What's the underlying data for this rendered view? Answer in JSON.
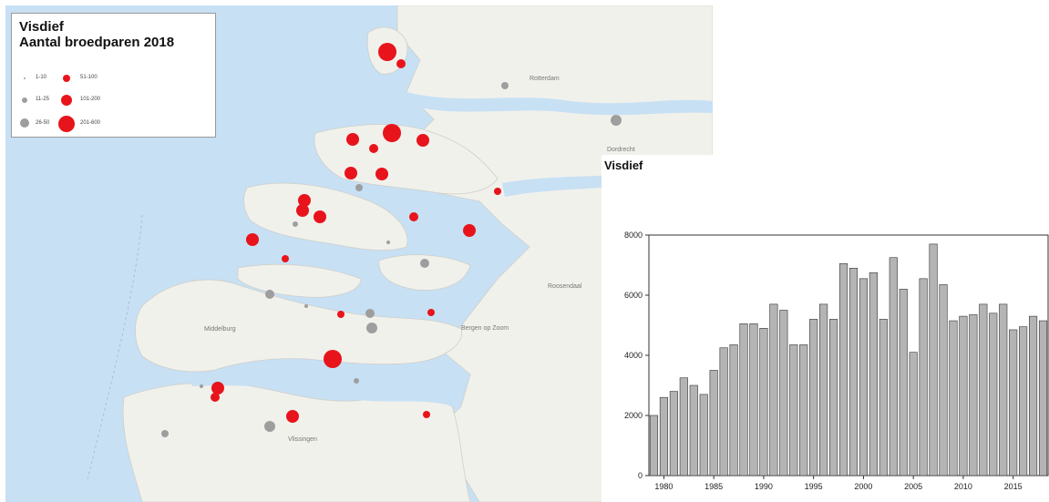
{
  "map": {
    "title_line1": "Visdief",
    "title_line2": "Aantal broedparen 2018",
    "legend": [
      {
        "label": "1-10",
        "class": "grey",
        "size": 1
      },
      {
        "label": "11-25",
        "class": "grey",
        "size": 2
      },
      {
        "label": "26-50",
        "class": "grey",
        "size": 3
      },
      {
        "label": "51-100",
        "class": "red",
        "size": 1
      },
      {
        "label": "101-200",
        "class": "red",
        "size": 2
      },
      {
        "label": "201-600",
        "class": "red",
        "size": 3
      }
    ],
    "place_labels": [
      "Middelburg",
      "Vlissingen",
      "Bergen op Zoom",
      "Dordrecht",
      "Rotterdam",
      "Roosendaal"
    ],
    "colors": {
      "sea": "#c7e0f4",
      "land": "#f3f3ef",
      "red": "#e8141b",
      "grey": "#9e9e9e"
    }
  },
  "chart_data": {
    "type": "bar",
    "title": "Visdief",
    "x": [
      1979,
      1980,
      1981,
      1982,
      1983,
      1984,
      1985,
      1986,
      1987,
      1988,
      1989,
      1990,
      1991,
      1992,
      1993,
      1994,
      1995,
      1996,
      1997,
      1998,
      1999,
      2000,
      2001,
      2002,
      2003,
      2004,
      2005,
      2006,
      2007,
      2008,
      2009,
      2010,
      2011,
      2012,
      2013,
      2014,
      2015,
      2016,
      2017,
      2018
    ],
    "values": [
      2000,
      2600,
      2800,
      3250,
      3000,
      2700,
      3500,
      4250,
      4350,
      5050,
      5050,
      4900,
      5700,
      5500,
      4350,
      4350,
      5200,
      5700,
      5200,
      7050,
      6900,
      6550,
      6750,
      5200,
      7250,
      6200,
      4100,
      6550,
      7700,
      6350,
      5150,
      5300,
      5350,
      5700,
      5400,
      5700,
      4850,
      4950,
      5300,
      5150
    ],
    "xticks": [
      1980,
      1985,
      1990,
      1995,
      2000,
      2005,
      2010,
      2015
    ],
    "yticks": [
      0,
      2000,
      4000,
      6000,
      8000
    ],
    "ylim": [
      0,
      8000
    ],
    "xlim": [
      1978.5,
      2018.5
    ],
    "xlabel": "",
    "ylabel": "",
    "grid": false,
    "bar_color": "#b4b4b4",
    "edge_color": "#333333"
  }
}
